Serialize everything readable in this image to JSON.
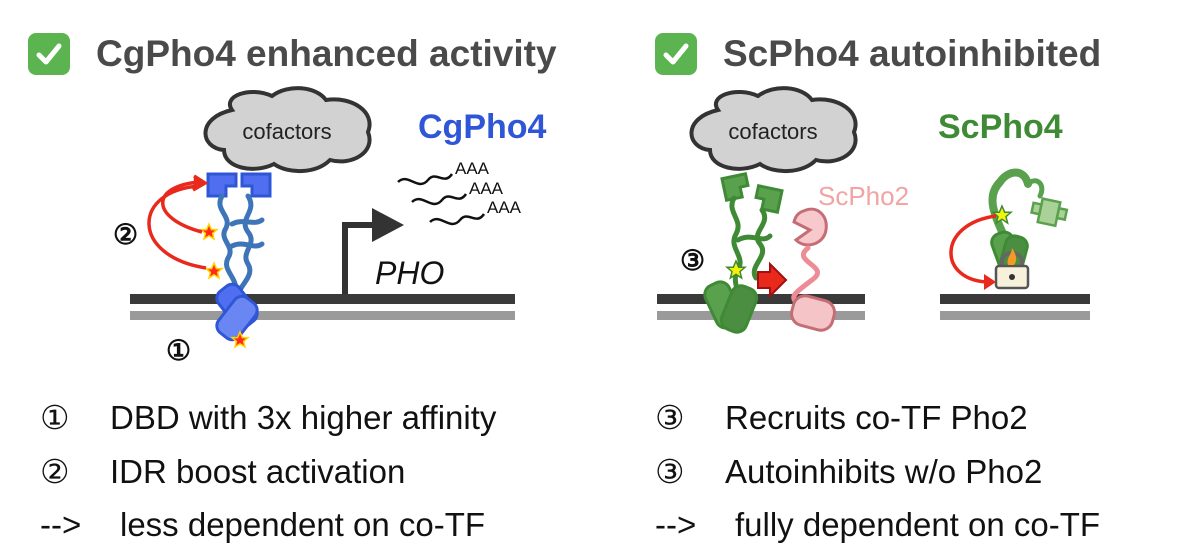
{
  "left": {
    "heading": "CgPho4 enhanced activity",
    "protein_label": "CgPho4",
    "cofactors_label": "cofactors",
    "gene_label": "PHO",
    "polyA": [
      "AAA",
      "AAA",
      "AAA"
    ],
    "markers": {
      "one": "①",
      "two": "②"
    },
    "bullets": [
      {
        "marker": "①",
        "text": "DBD with 3x higher affinity"
      },
      {
        "marker": "②",
        "text": "IDR boost activation"
      },
      {
        "marker": "-->",
        "text": "less dependent on co-TF"
      }
    ]
  },
  "right": {
    "heading": "ScPho4 autoinhibited",
    "protein_label": "ScPho4",
    "cofactors_label": "cofactors",
    "cotf_label": "ScPho2",
    "markers": {
      "three": "③"
    },
    "bullets": [
      {
        "marker": "③",
        "text": "Recruits co-TF Pho2"
      },
      {
        "marker": "③",
        "text": "Autoinhibits w/o Pho2"
      },
      {
        "marker": "-->",
        "text": "fully dependent on co-TF"
      }
    ]
  },
  "colors": {
    "check_green": "#5bb450",
    "cgpho4_blue": "#2f56d6",
    "scpho4_green": "#3f8a35",
    "scpho2_pink": "#f2a3a3",
    "activation_red": "#e8291c",
    "heading_gray": "#4a4a4a"
  },
  "icons": [
    "check-icon",
    "cloud-shape",
    "transcription-arrow-icon",
    "lock-icon",
    "star-icon",
    "red-star-icon"
  ]
}
